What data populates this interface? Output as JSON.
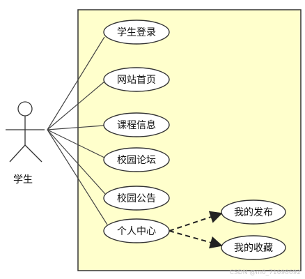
{
  "colors": {
    "system_fill": "#ffffcc",
    "stroke": "#333333",
    "usecase_fill": "#ffffff",
    "watermark": "#c9c9c9"
  },
  "actor": {
    "label": "学生"
  },
  "use_cases": [
    {
      "id": "uc-login",
      "label": "学生登录"
    },
    {
      "id": "uc-home",
      "label": "网站首页"
    },
    {
      "id": "uc-course",
      "label": "课程信息"
    },
    {
      "id": "uc-forum",
      "label": "校园论坛"
    },
    {
      "id": "uc-notice",
      "label": "校园公告"
    },
    {
      "id": "uc-personal",
      "label": "个人中心"
    },
    {
      "id": "uc-posts",
      "label": "我的发布"
    },
    {
      "id": "uc-favorites",
      "label": "我的收藏"
    }
  ],
  "associations": [
    {
      "from": "actor",
      "to": "uc-login"
    },
    {
      "from": "actor",
      "to": "uc-home"
    },
    {
      "from": "actor",
      "to": "uc-course"
    },
    {
      "from": "actor",
      "to": "uc-forum"
    },
    {
      "from": "actor",
      "to": "uc-notice"
    },
    {
      "from": "actor",
      "to": "uc-personal"
    }
  ],
  "dependencies": [
    {
      "from": "uc-personal",
      "to": "uc-posts"
    },
    {
      "from": "uc-personal",
      "to": "uc-favorites"
    }
  ],
  "watermark": "CSDN @m0_71698692"
}
